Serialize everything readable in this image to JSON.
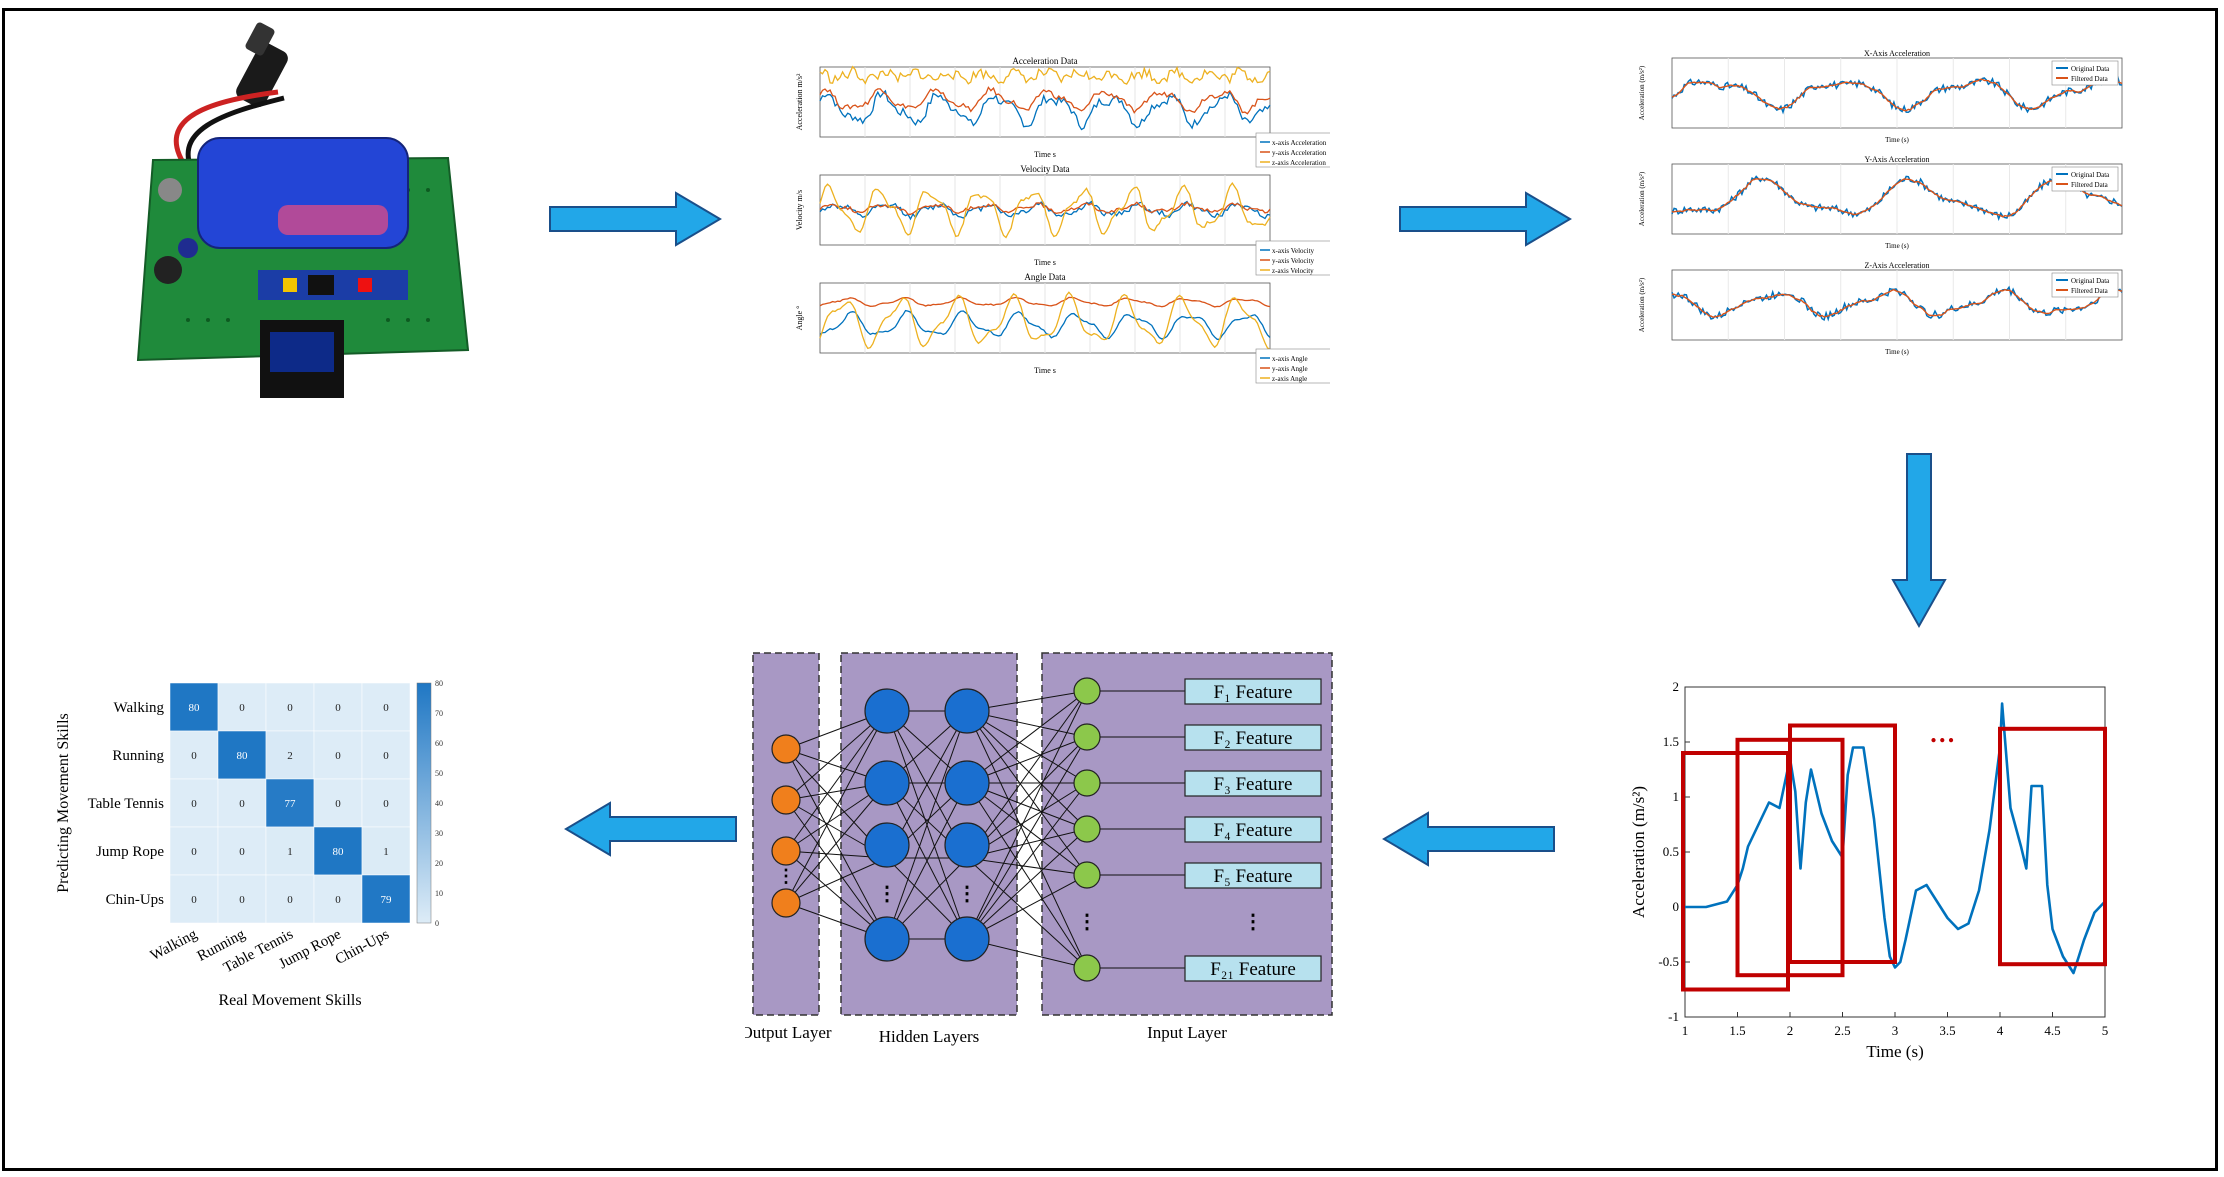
{
  "colors": {
    "arrow_fill": "#22a7e8",
    "arrow_stroke": "#1a4f8a",
    "series_blue": "#0072bd",
    "series_orange": "#d95319",
    "series_yellow": "#edb120",
    "window_red": "#c00000",
    "dots_red": "#c00000",
    "layer_bg": "#a898c4",
    "output_node": "#f07f1c",
    "hidden_node": "#1a6fd0",
    "input_node": "#8cc84b",
    "feature_box": "#b7e1ee",
    "cm_dark": "#1f77c4",
    "cm_light": "#ddecf7"
  },
  "sensor_board": {
    "icon": "microcontroller-board-with-battery-and-oled"
  },
  "raw_plots": [
    {
      "title": "Acceleration Data",
      "ylabel": "Acceleration m/s²",
      "xlabel": "Time s",
      "legend": [
        "x-axis Acceleration",
        "y-axis Acceleration",
        "z-axis Acceleration"
      ]
    },
    {
      "title": "Velocity Data",
      "ylabel": "Velocity m/s",
      "xlabel": "Time s",
      "legend": [
        "x-axis Velocity",
        "y-axis Velocity",
        "z-axis Velocity"
      ]
    },
    {
      "title": "Angle Data",
      "ylabel": "Angle °",
      "xlabel": "Time s",
      "legend": [
        "x-axis Angle",
        "y-axis Angle",
        "z-axis Angle"
      ]
    }
  ],
  "filter_plots": [
    {
      "title": "X-Axis Acceleration",
      "ylabel": "Acceleration (m/s²)",
      "xlabel": "Time (s)",
      "legend": [
        "Original Data",
        "Filtered Data"
      ]
    },
    {
      "title": "Y-Axis Acceleration",
      "ylabel": "Acceleration (m/s²)",
      "xlabel": "Time (s)",
      "legend": [
        "Original Data",
        "Filtered Data"
      ]
    },
    {
      "title": "Z-Axis Acceleration",
      "ylabel": "Acceleration (m/s²)",
      "xlabel": "Time (s)",
      "legend": [
        "Original Data",
        "Filtered Data"
      ]
    }
  ],
  "chart_data": [
    {
      "type": "line",
      "xlabel": "Time (s)",
      "ylabel": "Acceleration (m/s²)",
      "xlim": [
        1,
        5
      ],
      "ylim": [
        -1,
        2
      ],
      "xticks": [
        "1",
        "1.5",
        "2",
        "2.5",
        "3",
        "3.5",
        "4",
        "4.5",
        "5"
      ],
      "yticks": [
        "-1",
        "-0.5",
        "0",
        "0.5",
        "1",
        "1.5",
        "2"
      ],
      "series": [
        {
          "x": [
            1.0,
            1.2,
            1.4,
            1.5,
            1.55,
            1.6,
            1.7,
            1.8,
            1.9,
            2.0,
            2.05,
            2.1,
            2.15,
            2.2,
            2.3,
            2.4,
            2.5,
            2.55,
            2.6,
            2.7,
            2.8,
            2.9,
            2.95,
            3.0,
            3.05,
            3.1,
            3.2,
            3.3,
            3.4,
            3.5,
            3.6,
            3.7,
            3.8,
            3.9,
            4.0,
            4.02,
            4.1,
            4.2,
            4.25,
            4.3,
            4.4,
            4.45,
            4.5,
            4.6,
            4.7,
            4.75,
            4.8,
            4.9,
            5.0
          ],
          "y": [
            0.0,
            0.0,
            0.05,
            0.2,
            0.35,
            0.55,
            0.75,
            0.95,
            0.9,
            1.35,
            1.05,
            0.35,
            0.95,
            1.25,
            0.85,
            0.6,
            0.45,
            1.2,
            1.45,
            1.45,
            0.8,
            -0.1,
            -0.45,
            -0.55,
            -0.5,
            -0.3,
            0.15,
            0.2,
            0.05,
            -0.1,
            -0.2,
            -0.15,
            0.15,
            0.7,
            1.45,
            1.85,
            0.9,
            0.55,
            0.35,
            1.1,
            1.1,
            0.2,
            -0.2,
            -0.45,
            -0.6,
            -0.45,
            -0.3,
            -0.05,
            0.05
          ]
        }
      ],
      "windows": [
        {
          "x": [
            1.0,
            2.0
          ],
          "y": [
            -0.75,
            1.4
          ]
        },
        {
          "x": [
            1.5,
            2.5
          ],
          "y": [
            -0.62,
            1.52
          ]
        },
        {
          "x": [
            2.0,
            3.0
          ],
          "y": [
            -0.5,
            1.65
          ]
        },
        {
          "x": [
            4.0,
            5.0
          ],
          "y": [
            -0.52,
            1.62
          ]
        }
      ],
      "annotation": "…"
    },
    {
      "type": "heatmap",
      "title": "",
      "xlabel": "Real Movement Skills",
      "ylabel": "Predicting Movement Skills",
      "categories": [
        "Walking",
        "Running",
        "Table Tennis",
        "Jump Rope",
        "Chin-Ups"
      ],
      "matrix": [
        [
          80,
          0,
          0,
          0,
          0
        ],
        [
          0,
          80,
          2,
          0,
          0
        ],
        [
          0,
          0,
          77,
          0,
          0
        ],
        [
          0,
          0,
          1,
          80,
          1
        ],
        [
          0,
          0,
          0,
          0,
          79
        ]
      ],
      "colorbar_ticks": [
        "80",
        "70",
        "60",
        "50",
        "40",
        "30",
        "20",
        "10",
        "0"
      ],
      "clim": [
        0,
        80
      ]
    }
  ],
  "network": {
    "output_label": "Output Layer",
    "hidden_label": "Hidden Layers",
    "input_label": "Input Layer",
    "features": [
      "F₁ Feature",
      "F₂ Feature",
      "F₃ Feature",
      "F₄ Feature",
      "F₅ Feature",
      "F₂₁ Feature"
    ],
    "ellipsis": "⋮"
  }
}
